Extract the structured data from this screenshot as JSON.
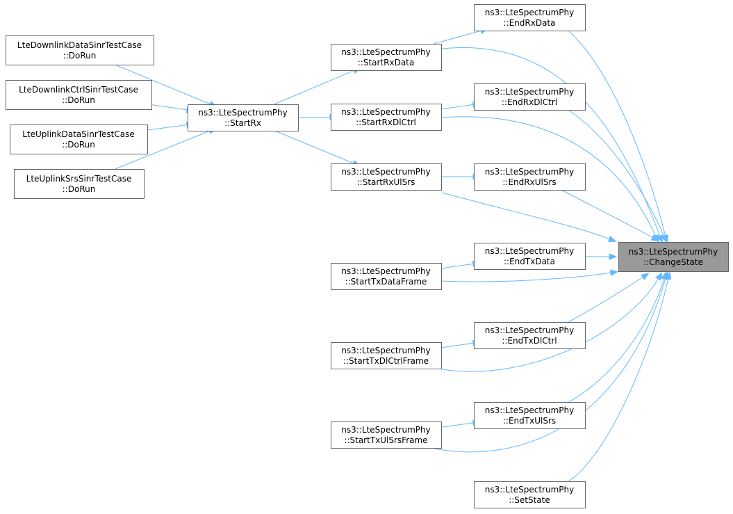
{
  "graph": {
    "nodes": [
      {
        "id": "n0",
        "line1": "ns3::LteSpectrumPhy",
        "line2": "::ChangeState",
        "focus": true
      },
      {
        "id": "n1",
        "line1": "ns3::LteSpectrumPhy",
        "line2": "::EndRxData"
      },
      {
        "id": "n2",
        "line1": "ns3::LteSpectrumPhy",
        "line2": "::StartRxData"
      },
      {
        "id": "n3",
        "line1": "ns3::LteSpectrumPhy",
        "line2": "::StartRx"
      },
      {
        "id": "n4",
        "line1": "LteDownlinkDataSinrTestCase",
        "line2": "::DoRun"
      },
      {
        "id": "n5",
        "line1": "LteDownlinkCtrlSinrTestCase",
        "line2": "::DoRun"
      },
      {
        "id": "n6",
        "line1": "LteUplinkDataSinrTestCase",
        "line2": "::DoRun"
      },
      {
        "id": "n7",
        "line1": "LteUplinkSrsSinrTestCase",
        "line2": "::DoRun"
      },
      {
        "id": "n8",
        "line1": "ns3::LteSpectrumPhy",
        "line2": "::EndRxDlCtrl"
      },
      {
        "id": "n9",
        "line1": "ns3::LteSpectrumPhy",
        "line2": "::StartRxDlCtrl"
      },
      {
        "id": "n10",
        "line1": "ns3::LteSpectrumPhy",
        "line2": "::EndRxUlSrs"
      },
      {
        "id": "n11",
        "line1": "ns3::LteSpectrumPhy",
        "line2": "::StartRxUlSrs"
      },
      {
        "id": "n12",
        "line1": "ns3::LteSpectrumPhy",
        "line2": "::EndTxData"
      },
      {
        "id": "n13",
        "line1": "ns3::LteSpectrumPhy",
        "line2": "::StartTxDataFrame"
      },
      {
        "id": "n14",
        "line1": "ns3::LteSpectrumPhy",
        "line2": "::EndTxDlCtrl"
      },
      {
        "id": "n15",
        "line1": "ns3::LteSpectrumPhy",
        "line2": "::StartTxDlCtrlFrame"
      },
      {
        "id": "n16",
        "line1": "ns3::LteSpectrumPhy",
        "line2": "::EndTxUlSrs"
      },
      {
        "id": "n17",
        "line1": "ns3::LteSpectrumPhy",
        "line2": "::StartTxUlSrsFrame"
      },
      {
        "id": "n18",
        "line1": "ns3::LteSpectrumPhy",
        "line2": "::SetState"
      }
    ],
    "edges": [
      {
        "from": "n1",
        "to": "n0"
      },
      {
        "from": "n2",
        "to": "n0"
      },
      {
        "from": "n2",
        "to": "n1"
      },
      {
        "from": "n3",
        "to": "n2"
      },
      {
        "from": "n3",
        "to": "n9"
      },
      {
        "from": "n3",
        "to": "n11"
      },
      {
        "from": "n4",
        "to": "n3"
      },
      {
        "from": "n5",
        "to": "n3"
      },
      {
        "from": "n6",
        "to": "n3"
      },
      {
        "from": "n7",
        "to": "n3"
      },
      {
        "from": "n8",
        "to": "n0"
      },
      {
        "from": "n9",
        "to": "n0"
      },
      {
        "from": "n9",
        "to": "n8"
      },
      {
        "from": "n10",
        "to": "n0"
      },
      {
        "from": "n11",
        "to": "n0"
      },
      {
        "from": "n11",
        "to": "n10"
      },
      {
        "from": "n12",
        "to": "n0"
      },
      {
        "from": "n13",
        "to": "n0"
      },
      {
        "from": "n13",
        "to": "n12"
      },
      {
        "from": "n14",
        "to": "n0"
      },
      {
        "from": "n15",
        "to": "n0"
      },
      {
        "from": "n15",
        "to": "n14"
      },
      {
        "from": "n16",
        "to": "n0"
      },
      {
        "from": "n17",
        "to": "n0"
      },
      {
        "from": "n17",
        "to": "n16"
      },
      {
        "from": "n18",
        "to": "n0"
      }
    ]
  }
}
